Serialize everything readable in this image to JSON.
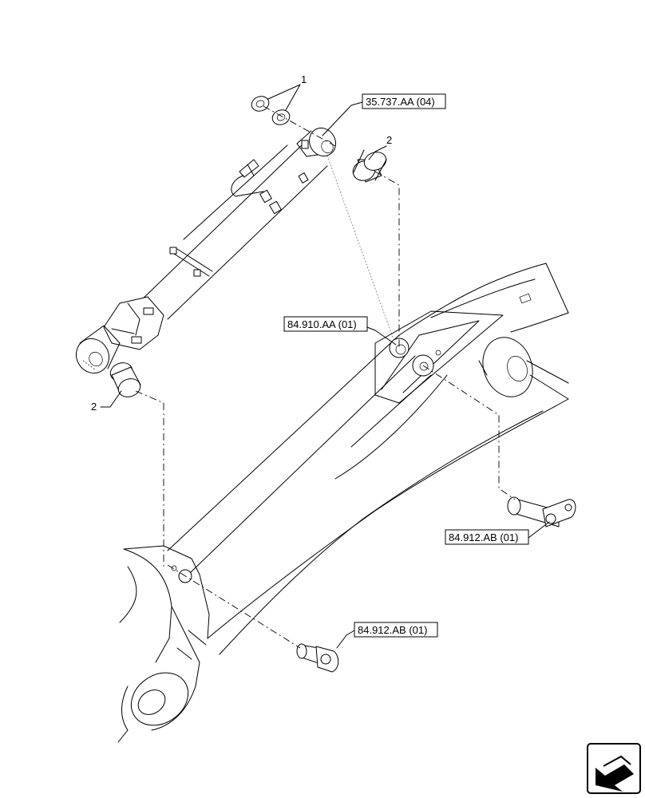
{
  "callouts": {
    "item_1": "1",
    "item_2_top": "2",
    "item_2_bottom": "2"
  },
  "references": {
    "ref_cylinder": "35.737.AA (04)",
    "ref_boom": "84.910.AA (01)",
    "ref_pin_right": "84.912.AB (01)",
    "ref_pin_bottom": "84.912.AB (01)"
  },
  "icons": {
    "nav": "arrow-navigation-icon"
  }
}
